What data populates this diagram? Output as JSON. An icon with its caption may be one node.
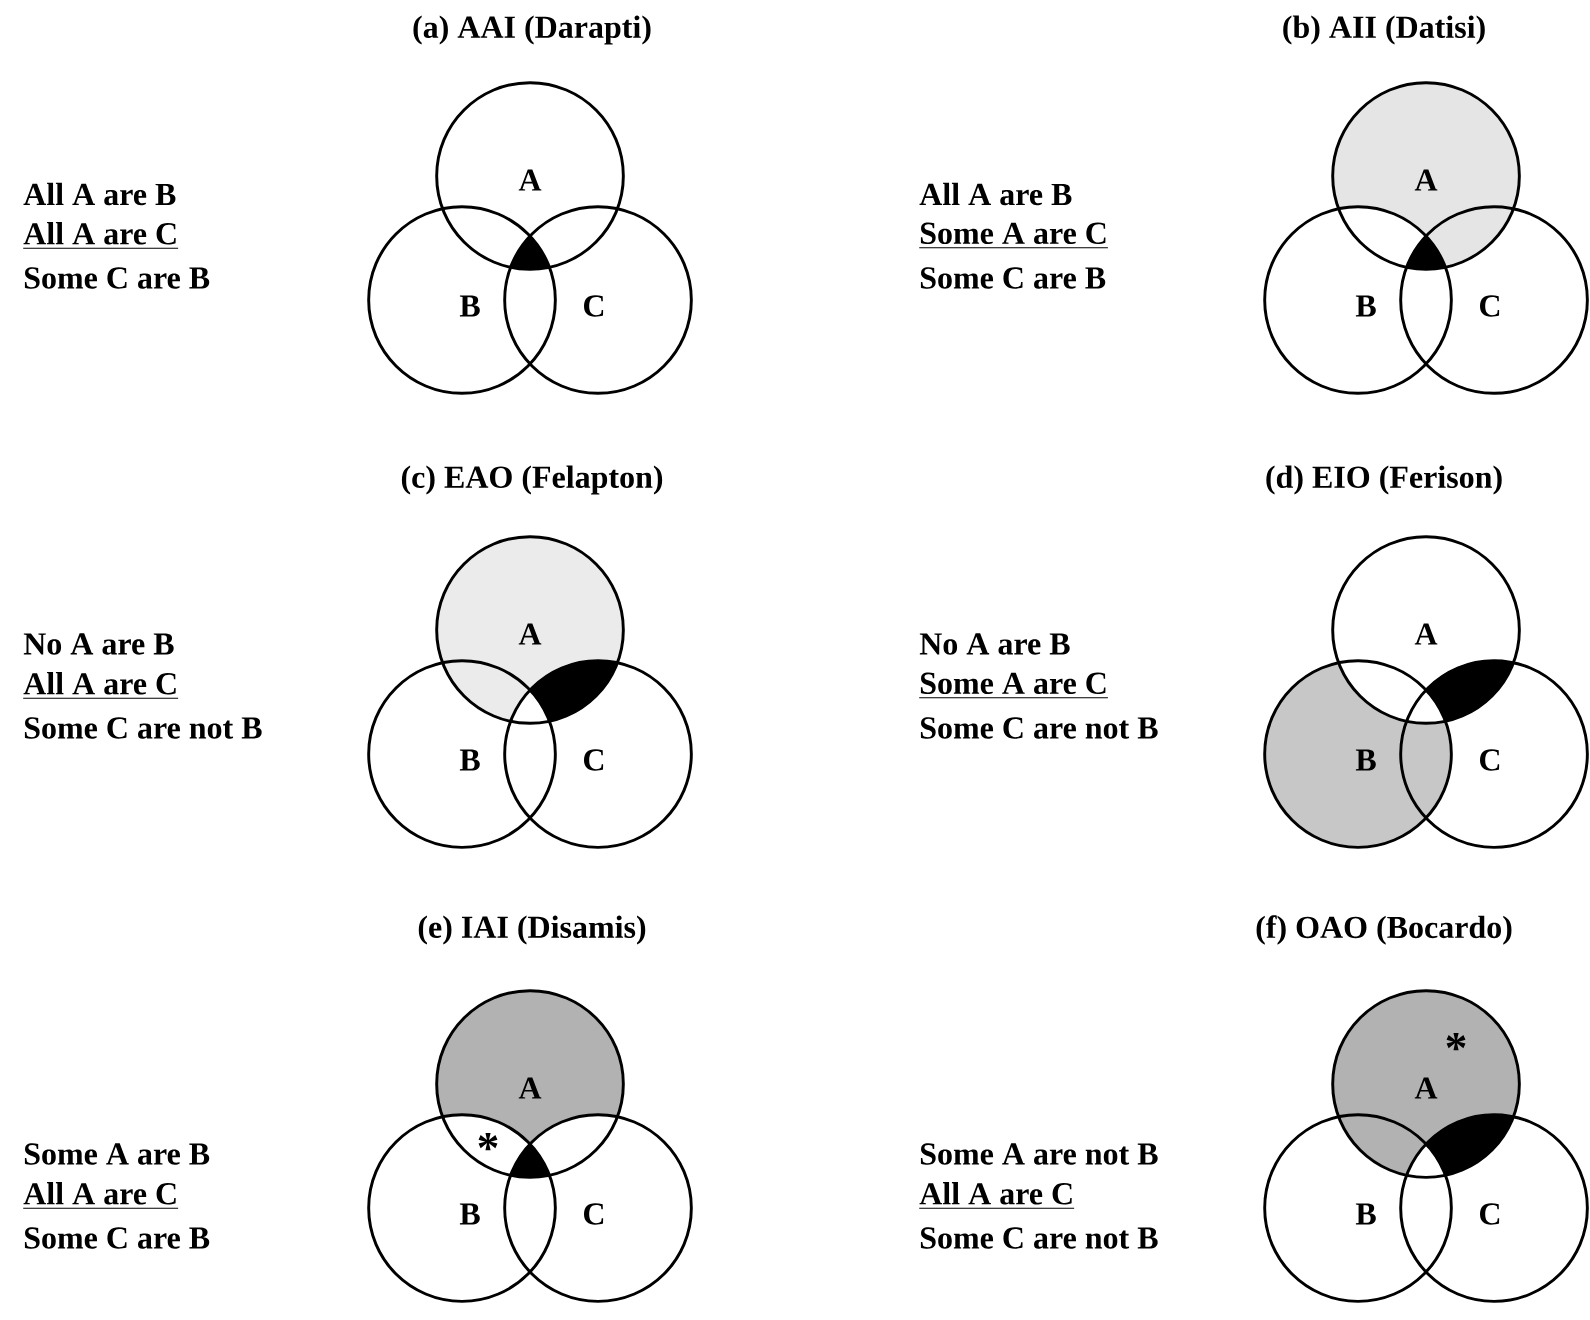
{
  "diagram": {
    "nodes": [
      {
        "text": [
          "A"
        ]
      },
      {
        "text": [
          "B"
        ]
      },
      {
        "text": [
          "C"
        ]
      },
      {
        "text": [
          "A"
        ]
      },
      {
        "text": [
          "B"
        ]
      },
      {
        "text": [
          "C"
        ]
      },
      {
        "text": [
          "A"
        ]
      },
      {
        "text": [
          "B"
        ]
      },
      {
        "text": [
          "C"
        ]
      },
      {
        "text": [
          "A"
        ]
      },
      {
        "text": [
          "B"
        ]
      },
      {
        "text": [
          "C"
        ]
      },
      {
        "text": [
          "A"
        ]
      },
      {
        "text": [
          "B"
        ]
      },
      {
        "text": [
          "C"
        ]
      },
      {
        "text": [
          "A"
        ]
      },
      {
        "text": [
          "B"
        ]
      },
      {
        "text": [
          "C"
        ]
      }
    ],
    "labels": [
      "(a) AAI (Darapti)",
      "(b) AII (Datisi)",
      "All A are B",
      "All A are C",
      "Some C are B",
      "All A are B",
      "Some A are C",
      "Some C are B",
      "(c) EAO (Felapton)",
      "(d) EIO (Ferison)",
      "No A are B",
      "All A are C",
      "Some C are not B",
      "No A are B",
      "Some A are C",
      "Some C are not B",
      "(e) IAI (Disamis)",
      "(f) OAO (Bocardo)",
      "*",
      "Some A are B",
      "All A are C",
      "Some C are B",
      "Some A are not B",
      "All A are C",
      "Some C are not B",
      "*"
    ]
  }
}
